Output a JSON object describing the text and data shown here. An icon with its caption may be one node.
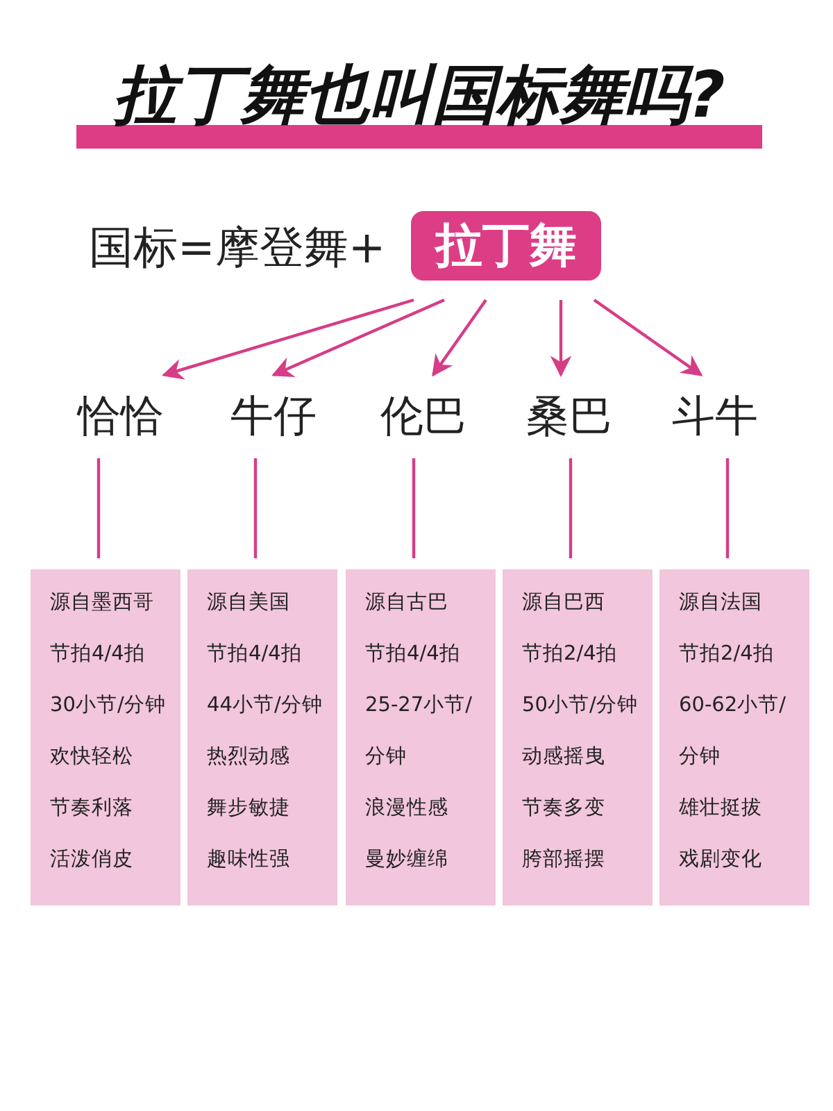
{
  "diagram": {
    "title": "拉丁舞也叫国标舞吗?",
    "nodes": [
      {
        "text": [
          "拉丁舞"
        ]
      },
      {
        "text": [
          "恰恰"
        ]
      },
      {
        "text": [
          "牛仔"
        ]
      },
      {
        "text": [
          "伦巴"
        ]
      },
      {
        "text": [
          "桑巴"
        ]
      },
      {
        "text": [
          "斗牛"
        ]
      },
      {
        "text": [
          "源自墨西哥",
          "节拍4/4拍",
          "30小节/分钟",
          "欢快轻松",
          "节奏利落",
          "活泼俏皮"
        ]
      },
      {
        "text": [
          "源自美国",
          "节拍4/4拍",
          "44小节/分钟",
          "热烈动感",
          "舞步敏捷",
          "趣味性强"
        ]
      },
      {
        "text": [
          "源自古巴",
          "节拍4/4拍",
          "25-27小节/分钟",
          "浪漫性感",
          "曼妙缠绵"
        ]
      },
      {
        "text": [
          "源自巴西",
          "节拍2/4拍",
          "50小节/分钟",
          "动感摇曳",
          "节奏多变",
          "胯部摇摆"
        ]
      },
      {
        "text": [
          "源自法国",
          "节拍2/4拍",
          "60-62小节/分钟",
          "雄壮挺拔",
          "戏剧变化"
        ]
      }
    ],
    "edges": [
      {
        "from": 0,
        "to": 1,
        "arrow": "to"
      },
      {
        "from": 0,
        "to": 2,
        "arrow": "to"
      },
      {
        "from": 0,
        "to": 3,
        "arrow": "to"
      },
      {
        "from": 0,
        "to": 4,
        "arrow": "to"
      },
      {
        "from": 0,
        "to": 5,
        "arrow": "to"
      },
      {
        "from": 1,
        "to": 6,
        "arrow": "none"
      },
      {
        "from": 2,
        "to": 7,
        "arrow": "none"
      },
      {
        "from": 3,
        "to": 8,
        "arrow": "none"
      },
      {
        "from": 4,
        "to": 9,
        "arrow": "none"
      },
      {
        "from": 5,
        "to": 10,
        "arrow": "none"
      }
    ],
    "labels": [
      "国标=摩登舞+"
    ]
  }
}
